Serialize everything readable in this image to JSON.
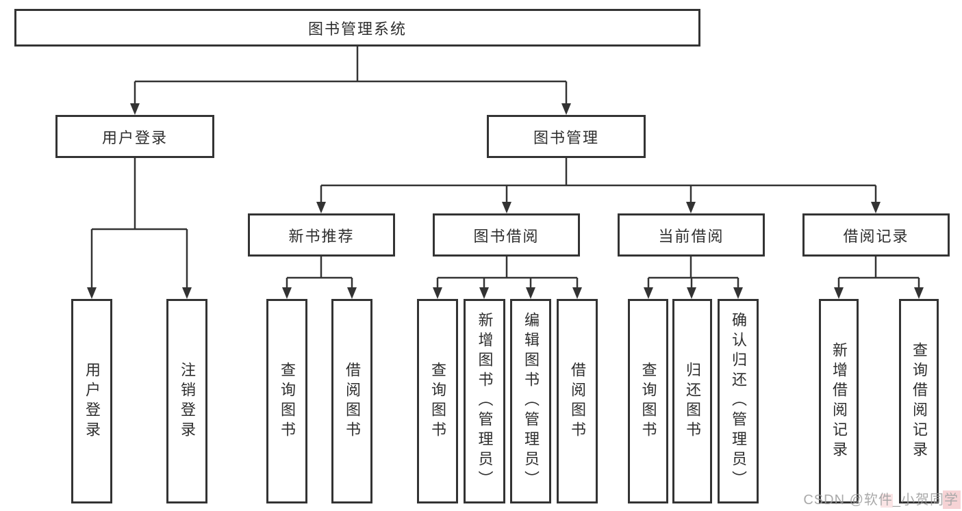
{
  "diagram": {
    "root": {
      "label": "图书管理系统"
    },
    "branches": {
      "user_login": {
        "label": "用户登录"
      },
      "book_management": {
        "label": "图书管理"
      }
    },
    "modules": {
      "new_book_recommend": {
        "label": "新书推荐"
      },
      "book_borrow": {
        "label": "图书借阅"
      },
      "current_borrow": {
        "label": "当前借阅"
      },
      "borrow_record": {
        "label": "借阅记录"
      }
    },
    "leaves": {
      "user_login": {
        "label": "用户登录"
      },
      "logout": {
        "label": "注销登录"
      },
      "query_book_recommend": {
        "label": "查询图书"
      },
      "borrow_book_recommend": {
        "label": "借阅图书"
      },
      "query_book_borrow": {
        "label": "查询图书"
      },
      "add_book_admin": {
        "label": "新增图书（管理员）"
      },
      "edit_book_admin": {
        "label": "编辑图书（管理员）"
      },
      "borrow_book": {
        "label": "借阅图书"
      },
      "query_book_current": {
        "label": "查询图书"
      },
      "return_book": {
        "label": "归还图书"
      },
      "confirm_return_admin": {
        "label": "确认归还（管理员）"
      },
      "add_borrow_record": {
        "label": "新增借阅记录"
      },
      "query_borrow_record": {
        "label": "查询借阅记录"
      }
    }
  },
  "watermark": {
    "text": "CSDN @软件_小贺同学"
  },
  "colors": {
    "line": "#333333",
    "box_border": "#333333",
    "text": "#2e2e2e",
    "background": "#ffffff",
    "watermark_text": "#9b9b9b",
    "watermark_accent": "#f2b9bd"
  }
}
